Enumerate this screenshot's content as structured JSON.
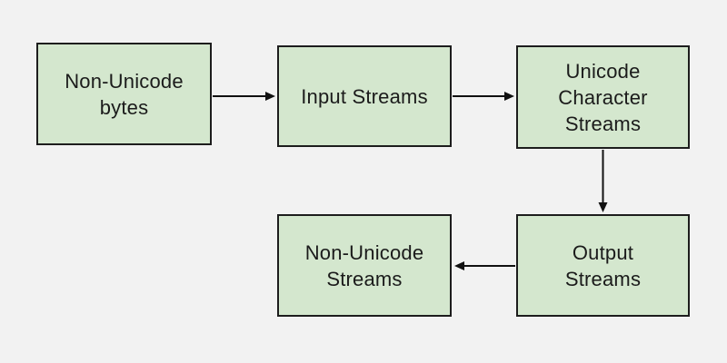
{
  "page": {
    "background_color": "#f2f2f2"
  },
  "diagram": {
    "type": "flowchart",
    "node_fill_color": "#d4e7ce",
    "node_border_color": "#1d1d1d",
    "arrow_color": "#111111",
    "text_color": "#1b1b1b",
    "nodes": [
      {
        "id": "non-unicode-bytes",
        "label": "Non-Unicode\nbytes"
      },
      {
        "id": "input-streams",
        "label": "Input Streams"
      },
      {
        "id": "unicode-character-streams",
        "label": "Unicode\nCharacter\nStreams"
      },
      {
        "id": "output-streams",
        "label": "Output\nStreams"
      },
      {
        "id": "non-unicode-streams",
        "label": "Non-Unicode\nStreams"
      }
    ],
    "edges": [
      {
        "from": "non-unicode-bytes",
        "to": "input-streams",
        "direction": "right"
      },
      {
        "from": "input-streams",
        "to": "unicode-character-streams",
        "direction": "right"
      },
      {
        "from": "unicode-character-streams",
        "to": "output-streams",
        "direction": "down"
      },
      {
        "from": "output-streams",
        "to": "non-unicode-streams",
        "direction": "left"
      }
    ]
  }
}
